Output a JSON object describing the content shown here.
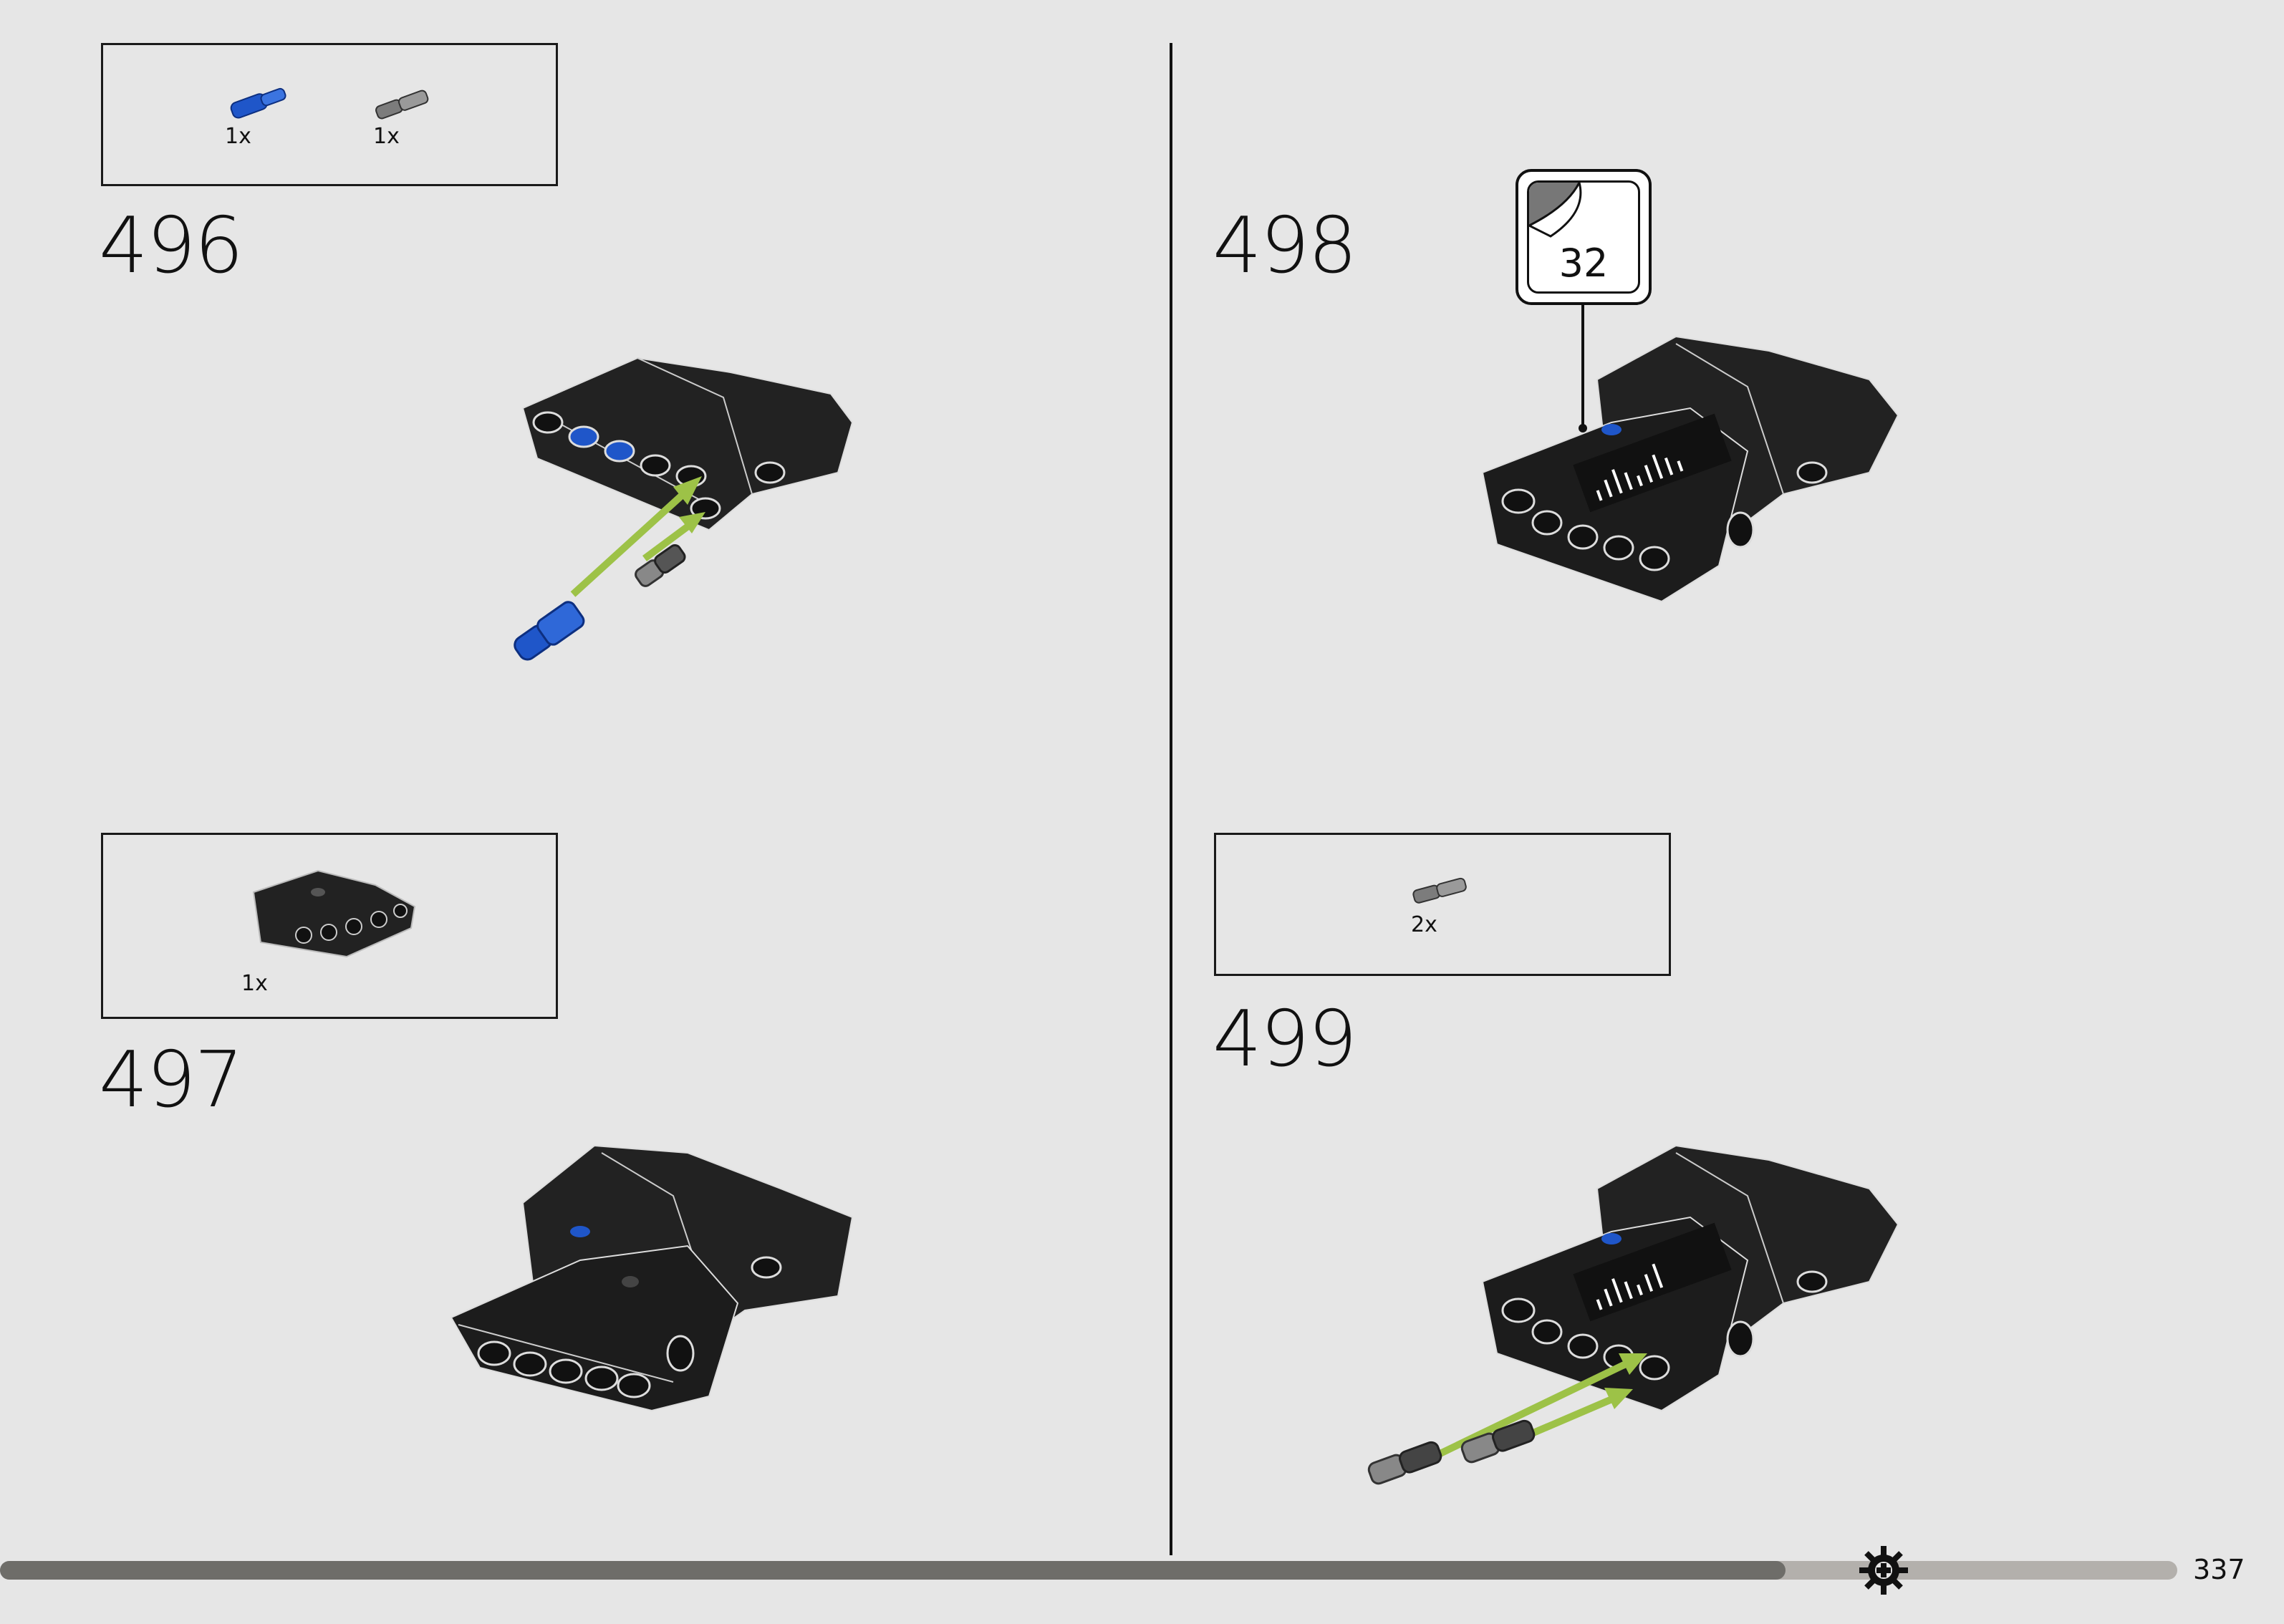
{
  "page": {
    "number": "337",
    "progress_fraction": 0.82
  },
  "steps": [
    {
      "number": "496",
      "parts": [
        {
          "qty": "1x",
          "icon": "blue-axle-pin-icon"
        },
        {
          "qty": "1x",
          "icon": "gray-friction-pin-icon"
        }
      ]
    },
    {
      "number": "497",
      "parts": [
        {
          "qty": "1x",
          "icon": "black-panel-beam-icon"
        }
      ]
    },
    {
      "number": "498",
      "sticker": {
        "label": "32",
        "icon": "sticker-sheet-icon"
      }
    },
    {
      "number": "499",
      "parts": [
        {
          "qty": "2x",
          "icon": "gray-friction-pin-icon"
        }
      ]
    }
  ],
  "colors": {
    "background": "#e6e6e6",
    "part_black": "#222222",
    "part_blue": "#1f56c9",
    "pin_gray": "#7c7c7c",
    "arrow_green": "#9dc247",
    "progress_dark": "#6e6d69",
    "progress_light": "#b3b0ac"
  },
  "footer_icon": "gear-icon"
}
